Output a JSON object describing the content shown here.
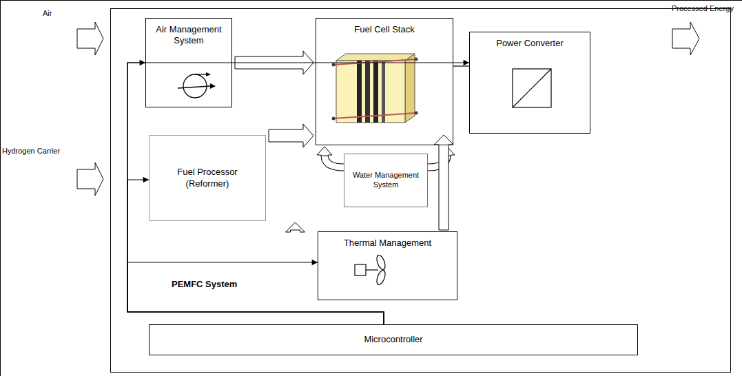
{
  "diagram": {
    "nodes": [
      {
        "text": [
          "PEMFC System"
        ]
      },
      {
        "text": [
          "Air Management System"
        ],
        "in": 0
      },
      {
        "text": [
          "Fuel Cell Stack"
        ],
        "in": 0
      },
      {
        "text": [
          "Power Converter"
        ],
        "in": 0
      },
      {
        "text": [
          "Fuel Processor (Reformer)"
        ],
        "in": 0
      },
      {
        "text": [
          "Water Management System"
        ],
        "in": 0
      },
      {
        "text": [
          "Thermal Management"
        ],
        "in": 0
      },
      {
        "text": [
          "Microcontroller"
        ],
        "in": 0
      }
    ],
    "edges": [
      {
        "from": 1,
        "to": 2,
        "arrow": "to"
      },
      {
        "from": 2,
        "to": 3,
        "arrow": "none"
      },
      {
        "from": 4,
        "to": 2,
        "arrow": "to"
      },
      {
        "from": 5,
        "to": 2,
        "arrow": "to"
      },
      {
        "from": 6,
        "to": 4,
        "arrow": "to"
      },
      {
        "from": 6,
        "to": 3,
        "arrow": "to"
      },
      {
        "from": 7,
        "to": 1,
        "arrow": "to"
      },
      {
        "from": 7,
        "to": 4,
        "arrow": "to"
      },
      {
        "from": 7,
        "to": 6,
        "arrow": "to"
      },
      {
        "from": 7,
        "to": 3,
        "arrow": "to"
      }
    ],
    "labels": [
      "Air",
      "Hydrogen Carrier",
      "Processed Energy"
    ]
  }
}
